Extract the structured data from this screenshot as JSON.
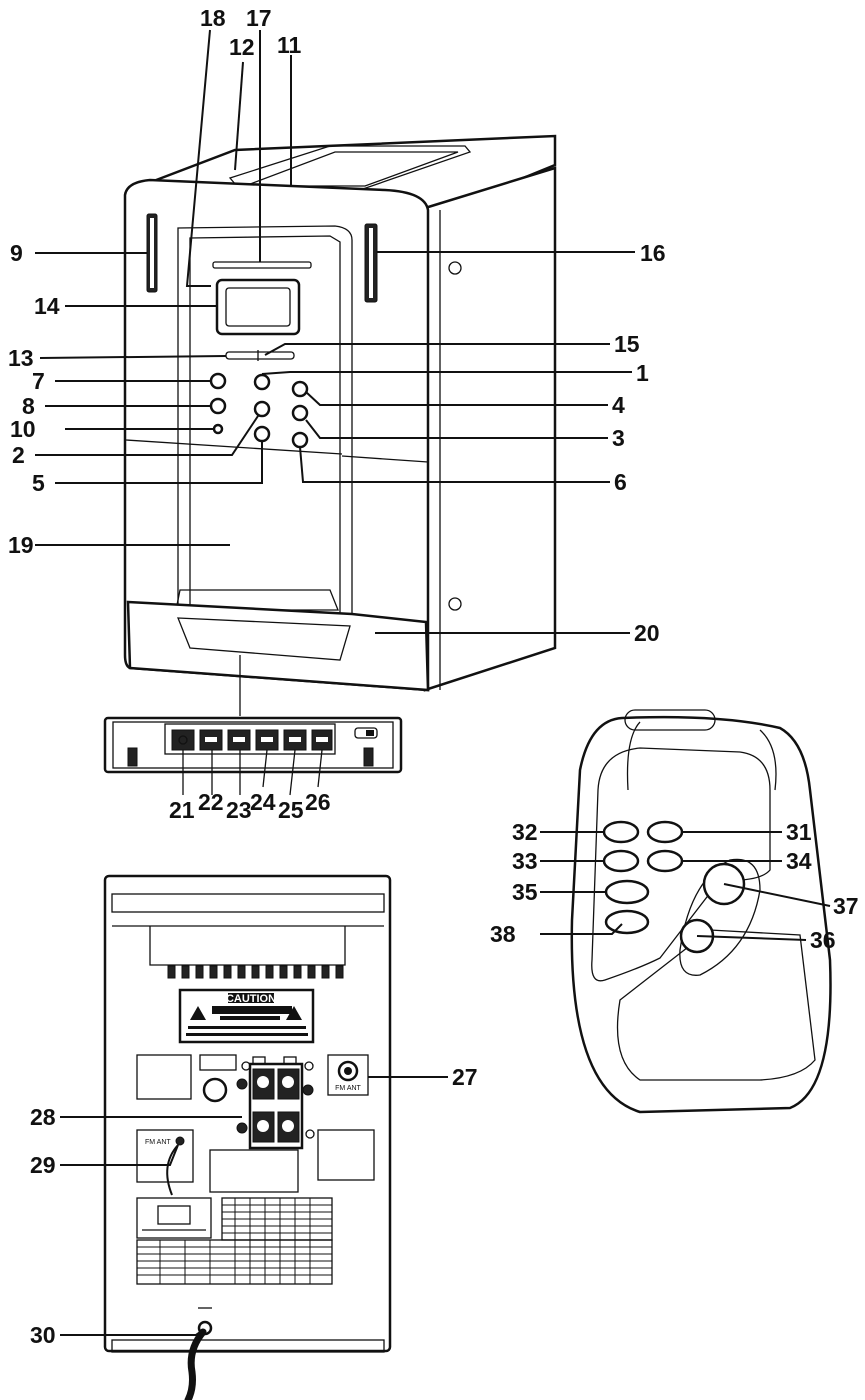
{
  "labels": {
    "l1": "1",
    "l2": "2",
    "l3": "3",
    "l4": "4",
    "l5": "5",
    "l6": "6",
    "l7": "7",
    "l8": "8",
    "l9": "9",
    "l10": "10",
    "l11": "11",
    "l12": "12",
    "l13": "13",
    "l14": "14",
    "l15": "15",
    "l16": "16",
    "l17": "17",
    "l18": "18",
    "l19": "19",
    "l20": "20",
    "l21": "21",
    "l22": "22",
    "l23": "23",
    "l24": "24",
    "l25": "25",
    "l26": "26",
    "l27": "27",
    "l28": "28",
    "l29": "29",
    "l30": "30",
    "l31": "31",
    "l32": "32",
    "l33": "33",
    "l34": "34",
    "l35": "35",
    "l36": "36",
    "l37": "37",
    "l38": "38"
  },
  "rear_panel": {
    "caution_title": "CAUTION",
    "fm_ant": "FM ANT",
    "fm_ant_jack": "FM ANT"
  }
}
